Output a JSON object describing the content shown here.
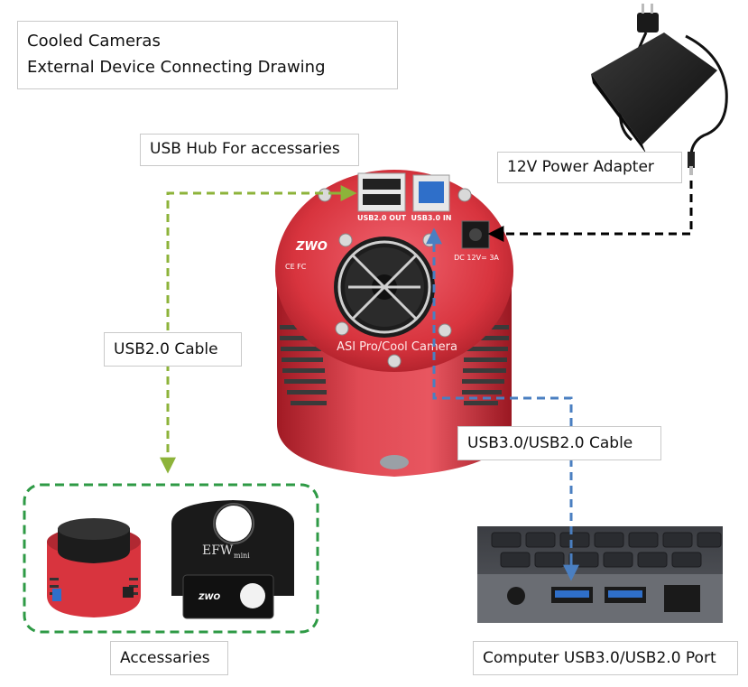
{
  "title": {
    "line1": "Cooled Cameras",
    "line2": "External Device Connecting Drawing"
  },
  "labels": {
    "usb_hub": "USB Hub For accessaries",
    "power_adapter": "12V Power Adapter",
    "usb2_cable": "USB2.0 Cable",
    "usb3_cable": "USB3.0/USB2.0 Cable",
    "accessaries": "Accessaries",
    "computer_port": "Computer USB3.0/USB2.0 Port"
  },
  "camera": {
    "brand": "ZWO",
    "model_label": "ASI Pro/Cool Camera",
    "usb2_out": "USB2.0 OUT",
    "usb3_in": "USB3.0 IN",
    "dc_spec": "DC 12V= 3A",
    "certs": "CE FC"
  },
  "filter_wheel": {
    "name": "EFW",
    "sub": "mini"
  },
  "colors": {
    "usb2_line": "#8db33a",
    "usb3_line": "#4a7fc1",
    "power_line": "#000000",
    "accessory_border": "#2e9a45",
    "camera_red": "#d8343e"
  }
}
